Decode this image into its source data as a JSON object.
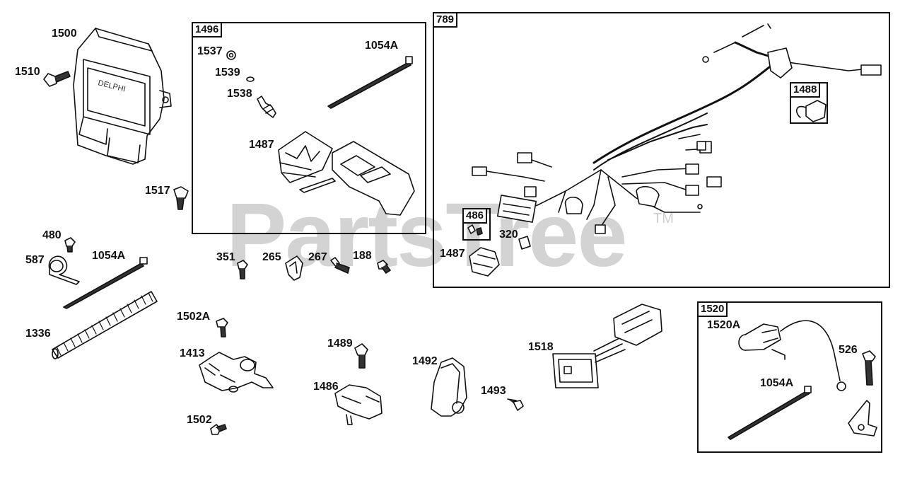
{
  "watermark": {
    "text": "PartsTree",
    "trademark": "TM"
  },
  "boxes": {
    "b1496": "1496",
    "b789": "789",
    "b1488": "1488",
    "b486": "486",
    "b1520": "1520"
  },
  "callouts": {
    "c1500": "1500",
    "c1510": "1510",
    "c1517": "1517",
    "c480": "480",
    "c587": "587",
    "c1054A_a": "1054A",
    "c1336": "1336",
    "c1537": "1537",
    "c1539": "1539",
    "c1538": "1538",
    "c1054A_b": "1054A",
    "c1487_a": "1487",
    "c351": "351",
    "c265": "265",
    "c267": "267",
    "c188": "188",
    "c320": "320",
    "c1487_b": "1487",
    "c1502A": "1502A",
    "c1413": "1413",
    "c1502": "1502",
    "c1489": "1489",
    "c1486": "1486",
    "c1492": "1492",
    "c1493": "1493",
    "c1518": "1518",
    "c1520A": "1520A",
    "c526": "526",
    "c1054A_c": "1054A"
  },
  "ecu_brand": "DELPHI"
}
